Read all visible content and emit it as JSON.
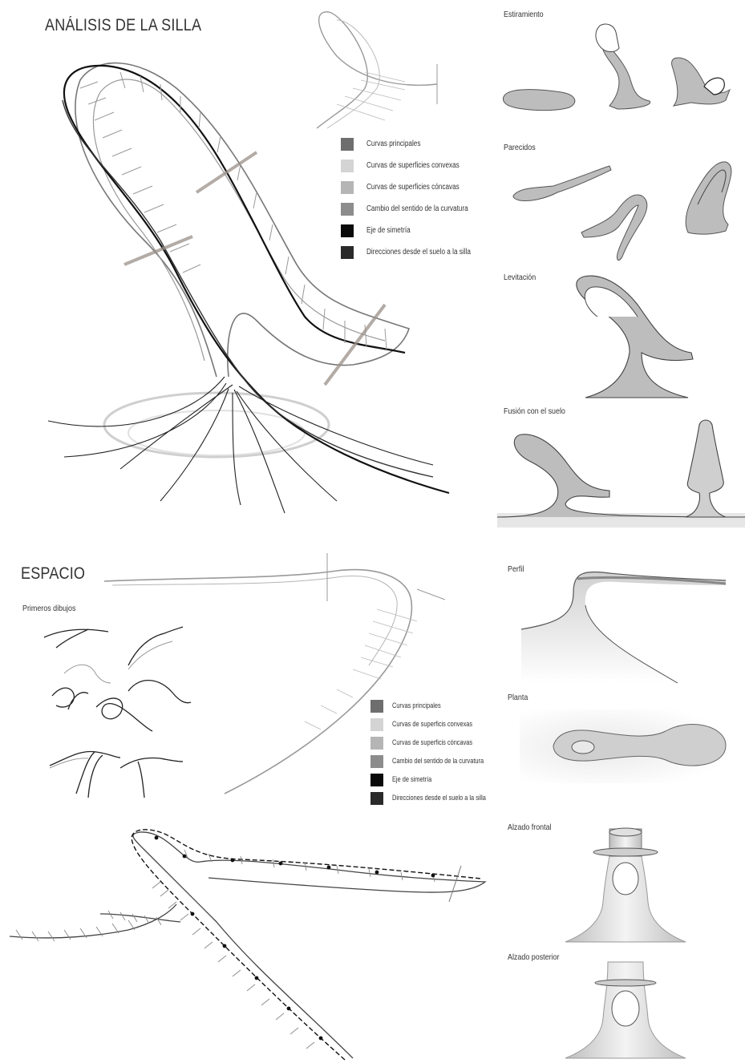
{
  "top": {
    "title": "ANÁLISIS DE LA SILLA",
    "legend": [
      {
        "label": "Curvas principales",
        "color": "#6e6e6e"
      },
      {
        "label": "Curvas de superficies convexas",
        "color": "#d4d4d4"
      },
      {
        "label": "Curvas de superficies cóncavas",
        "color": "#b5b5b5"
      },
      {
        "label": "Cambio del sentido de la curvatura",
        "color": "#8c8c8c"
      },
      {
        "label": "Eje de simetría",
        "color": "#0a0a0a"
      },
      {
        "label": "Direcciones desde el suelo a la silla",
        "color": "#2a2a2a"
      }
    ],
    "panels": [
      {
        "label": "Estiramiento"
      },
      {
        "label": "Parecidos"
      },
      {
        "label": "Levitación"
      },
      {
        "label": "Fusión con el suelo"
      }
    ]
  },
  "bottom": {
    "title": "ESPACIO",
    "subtitle": "Primeros dibujos",
    "legend": [
      {
        "label": "Curvas principales",
        "color": "#6e6e6e"
      },
      {
        "label": "Curvas de superficis convexas",
        "color": "#d4d4d4"
      },
      {
        "label": "Curvas de superficis cóncavas",
        "color": "#b5b5b5"
      },
      {
        "label": "Cambio del sentido de la curvatura",
        "color": "#8c8c8c"
      },
      {
        "label": "Eje de simetría",
        "color": "#0a0a0a"
      },
      {
        "label": "Direcciones desde el suelo a la silla",
        "color": "#2a2a2a"
      }
    ],
    "panels": [
      {
        "label": "Perfil"
      },
      {
        "label": "Planta"
      },
      {
        "label": "Alzado frontal"
      },
      {
        "label": "Alzado posterior"
      }
    ]
  },
  "colors": {
    "ink": "#1a1a1a",
    "pencil": "#8a8a8a",
    "fill": "#bdbdbd",
    "shade": "#d9d9d9"
  }
}
